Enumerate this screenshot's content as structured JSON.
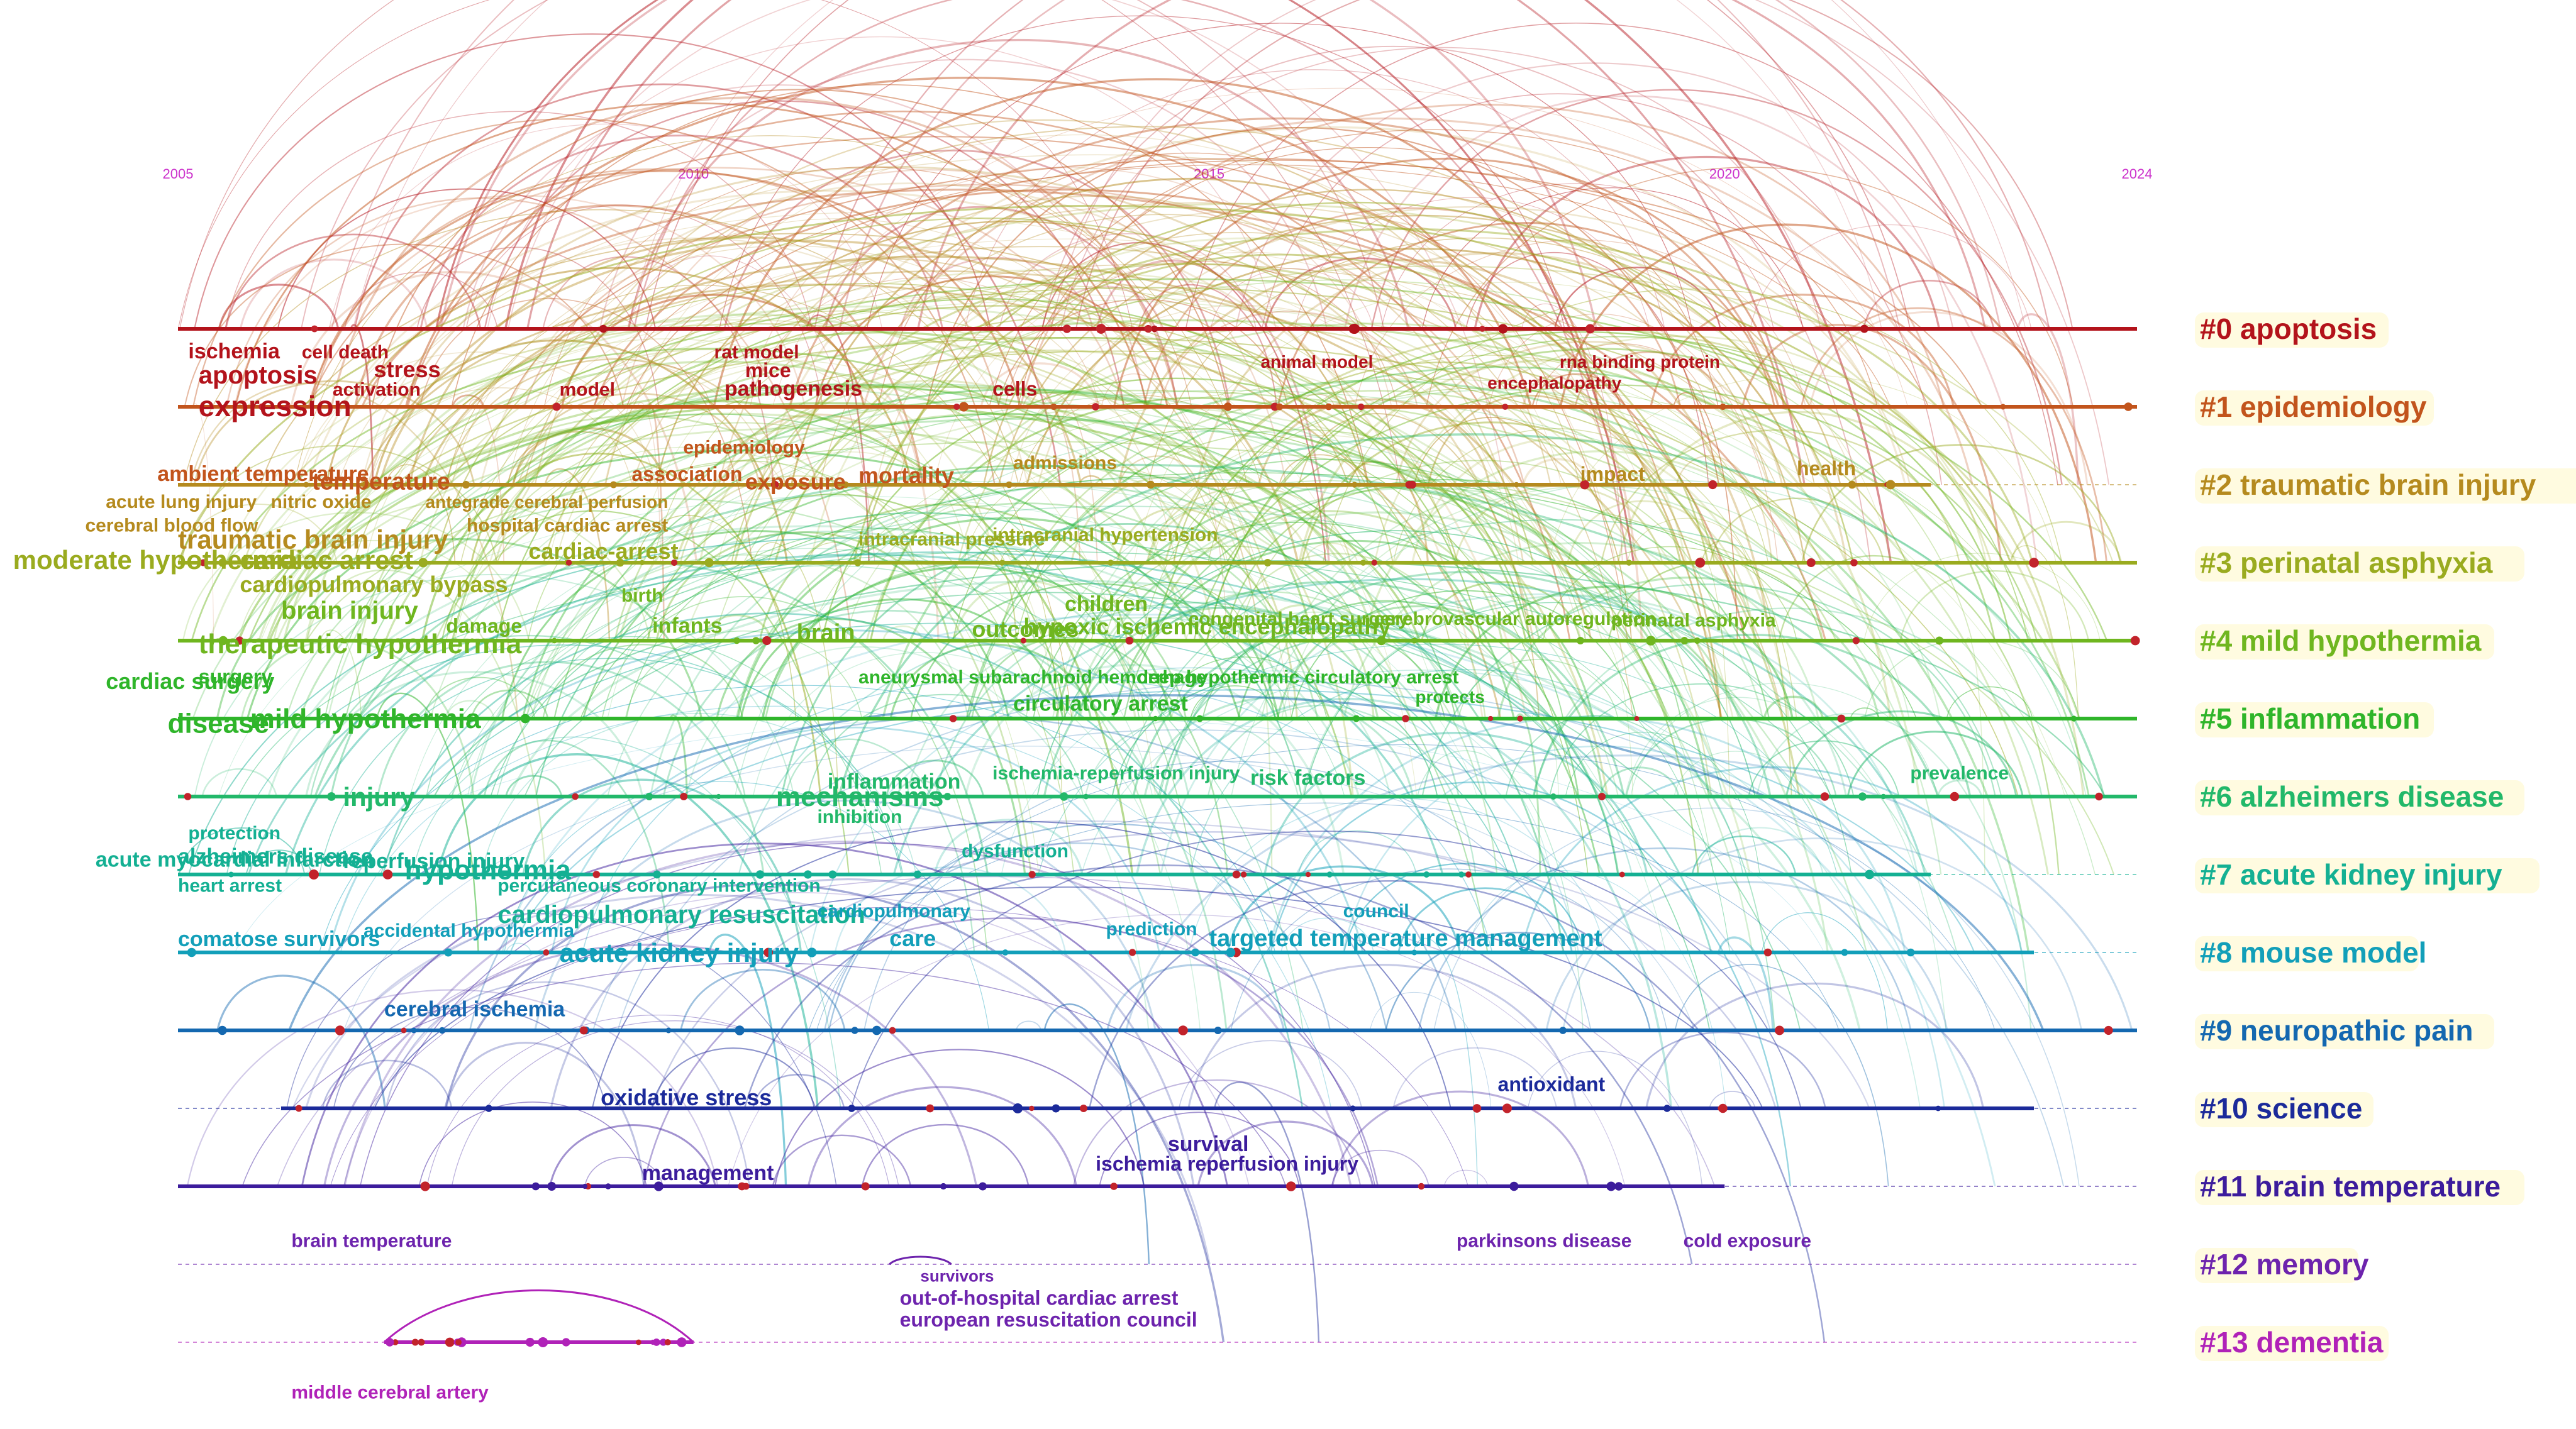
{
  "years": [
    "2005",
    "2010",
    "2015",
    "2020",
    "2024"
  ],
  "year_range": [
    2005,
    2024
  ],
  "clusters": [
    {
      "id": 0,
      "label": "#0 apoptosis",
      "color": "#b3131b",
      "start": 2005.0,
      "end": 2024.0
    },
    {
      "id": 1,
      "label": "#1 epidemiology",
      "color": "#c2541c",
      "start": 2005.0,
      "end": 2024.0
    },
    {
      "id": 2,
      "label": "#2 traumatic brain injury",
      "color": "#b58a1e",
      "start": 2005.0,
      "end": 2022.0
    },
    {
      "id": 3,
      "label": "#3 perinatal asphyxia",
      "color": "#9aab1f",
      "start": 2005.0,
      "end": 2024.0
    },
    {
      "id": 4,
      "label": "#4 mild hypothermia",
      "color": "#6fb61f",
      "start": 2005.0,
      "end": 2024.0
    },
    {
      "id": 5,
      "label": "#5 inflammation",
      "color": "#2fb52a",
      "start": 2005.0,
      "end": 2024.0
    },
    {
      "id": 6,
      "label": "#6 alzheimers disease",
      "color": "#22b86a",
      "start": 2005.0,
      "end": 2024.0
    },
    {
      "id": 7,
      "label": "#7 acute kidney injury",
      "color": "#14b093",
      "start": 2005.0,
      "end": 2022.0
    },
    {
      "id": 8,
      "label": "#8 mouse model",
      "color": "#129fb9",
      "start": 2005.0,
      "end": 2023.0
    },
    {
      "id": 9,
      "label": "#9 neuropathic pain",
      "color": "#1468b0",
      "start": 2005.0,
      "end": 2024.0
    },
    {
      "id": 10,
      "label": "#10 science",
      "color": "#1b2a9a",
      "start": 2006.0,
      "end": 2023.0
    },
    {
      "id": 11,
      "label": "#11 brain temperature",
      "color": "#3c1c9c",
      "start": 2005.0,
      "end": 2020.0
    },
    {
      "id": 12,
      "label": "#12 memory",
      "color": "#6d23ad",
      "start": null,
      "end": null
    },
    {
      "id": 13,
      "label": "#13 dementia",
      "color": "#b022b8",
      "start": 2007.0,
      "end": 2010.0
    }
  ],
  "keywords": [
    {
      "text": "ischemia",
      "cluster": 0,
      "year": 2005.1,
      "dy": 0.38,
      "size": 34
    },
    {
      "text": "cell death",
      "cluster": 0,
      "year": 2006.2,
      "dy": 0.38,
      "size": 30
    },
    {
      "text": "rat model",
      "cluster": 0,
      "year": 2010.2,
      "dy": 0.38,
      "size": 30
    },
    {
      "text": "mice",
      "cluster": 0,
      "year": 2010.5,
      "dy": 0.62,
      "size": 32
    },
    {
      "text": "apoptosis",
      "cluster": 0,
      "year": 2005.2,
      "dy": 0.7,
      "size": 40
    },
    {
      "text": "stress",
      "cluster": 0,
      "year": 2006.9,
      "dy": 0.62,
      "size": 36
    },
    {
      "text": "activation",
      "cluster": 0,
      "year": 2006.5,
      "dy": 0.86,
      "size": 30
    },
    {
      "text": "expression",
      "cluster": 0,
      "year": 2005.2,
      "dy": 1.12,
      "size": 46
    },
    {
      "text": "pathogenesis",
      "cluster": 0,
      "year": 2010.3,
      "dy": 0.86,
      "size": 34
    },
    {
      "text": "model",
      "cluster": 0,
      "year": 2008.7,
      "dy": 0.86,
      "size": 30
    },
    {
      "text": "cells",
      "cluster": 0,
      "year": 2012.9,
      "dy": 0.86,
      "size": 32
    },
    {
      "text": "animal model",
      "cluster": 0,
      "year": 2015.5,
      "dy": 0.5,
      "size": 28
    },
    {
      "text": "rna binding protein",
      "cluster": 0,
      "year": 2018.4,
      "dy": 0.5,
      "size": 28
    },
    {
      "text": "encephalopathy",
      "cluster": 0,
      "year": 2017.7,
      "dy": 0.77,
      "size": 28
    },
    {
      "text": "epidemiology",
      "cluster": 1,
      "year": 2009.9,
      "dy": 0.6,
      "size": 30
    },
    {
      "text": "ambient temperature",
      "cluster": 1,
      "year": 2004.8,
      "dy": 0.95,
      "size": 34
    },
    {
      "text": "association",
      "cluster": 1,
      "year": 2009.4,
      "dy": 0.95,
      "size": 32
    },
    {
      "text": "exposure",
      "cluster": 1,
      "year": 2010.5,
      "dy": 1.06,
      "size": 36
    },
    {
      "text": "mortality",
      "cluster": 1,
      "year": 2011.6,
      "dy": 0.98,
      "size": 36
    },
    {
      "text": "temperature",
      "cluster": 1,
      "year": 2006.3,
      "dy": 1.06,
      "size": 38
    },
    {
      "text": "admissions",
      "cluster": 2,
      "year": 2013.1,
      "dy": -0.2,
      "size": 30
    },
    {
      "text": "impact",
      "cluster": 2,
      "year": 2018.6,
      "dy": -0.05,
      "size": 32
    },
    {
      "text": "health",
      "cluster": 2,
      "year": 2020.7,
      "dy": -0.12,
      "size": 32
    },
    {
      "text": "acute lung injury",
      "cluster": 2,
      "year": 2004.3,
      "dy": 0.3,
      "size": 30
    },
    {
      "text": "nitric oxide",
      "cluster": 2,
      "year": 2005.9,
      "dy": 0.3,
      "size": 30
    },
    {
      "text": "antegrade cerebral perfusion",
      "cluster": 2,
      "year": 2007.4,
      "dy": 0.3,
      "size": 28
    },
    {
      "text": "cerebral blood flow",
      "cluster": 2,
      "year": 2004.1,
      "dy": 0.6,
      "size": 30
    },
    {
      "text": "hospital cardiac arrest",
      "cluster": 2,
      "year": 2007.8,
      "dy": 0.6,
      "size": 30
    },
    {
      "text": "traumatic brain injury",
      "cluster": 2,
      "year": 2005.0,
      "dy": 0.82,
      "size": 42
    },
    {
      "text": "intracranial pressure",
      "cluster": 3,
      "year": 2011.6,
      "dy": -0.22,
      "size": 30
    },
    {
      "text": "intracranial hypertension",
      "cluster": 3,
      "year": 2012.9,
      "dy": -0.28,
      "size": 30
    },
    {
      "text": "cardiac-arrest",
      "cluster": 3,
      "year": 2008.4,
      "dy": -0.05,
      "size": 36
    },
    {
      "text": "moderate hypothermia",
      "cluster": 3,
      "year": 2003.4,
      "dy": 0.08,
      "size": 42
    },
    {
      "text": "cardiac arrest",
      "cluster": 3,
      "year": 2005.6,
      "dy": 0.08,
      "size": 42
    },
    {
      "text": "cardiopulmonary bypass",
      "cluster": 3,
      "year": 2005.6,
      "dy": 0.38,
      "size": 36
    },
    {
      "text": "children",
      "cluster": 4,
      "year": 2013.6,
      "dy": -0.38,
      "size": 34
    },
    {
      "text": "birth",
      "cluster": 4,
      "year": 2009.3,
      "dy": -0.5,
      "size": 30
    },
    {
      "text": "congenital heart surgery",
      "cluster": 4,
      "year": 2014.8,
      "dy": -0.2,
      "size": 30
    },
    {
      "text": "cerebrovascular autoregulation",
      "cluster": 4,
      "year": 2016.6,
      "dy": -0.2,
      "size": 30
    },
    {
      "text": "perinatal asphyxia",
      "cluster": 4,
      "year": 2018.9,
      "dy": -0.18,
      "size": 30
    },
    {
      "text": "brain injury",
      "cluster": 4,
      "year": 2006.0,
      "dy": -0.28,
      "size": 40
    },
    {
      "text": "damage",
      "cluster": 4,
      "year": 2007.6,
      "dy": -0.1,
      "size": 32
    },
    {
      "text": "infants",
      "cluster": 4,
      "year": 2009.6,
      "dy": -0.1,
      "size": 34
    },
    {
      "text": "brain",
      "cluster": 4,
      "year": 2011.0,
      "dy": 0.0,
      "size": 38
    },
    {
      "text": "outcomes",
      "cluster": 4,
      "year": 2012.7,
      "dy": -0.05,
      "size": 36
    },
    {
      "text": "hypoxic ischemic encephalopathy",
      "cluster": 4,
      "year": 2013.2,
      "dy": -0.08,
      "size": 36
    },
    {
      "text": "therapeutic hypothermia",
      "cluster": 4,
      "year": 2005.2,
      "dy": 0.16,
      "size": 44
    },
    {
      "text": "cardiac surgery",
      "cluster": 5,
      "year": 2004.3,
      "dy": -0.38,
      "size": 36
    },
    {
      "text": "surgery",
      "cluster": 5,
      "year": 2005.2,
      "dy": -0.45,
      "size": 32
    },
    {
      "text": "aneurysmal subarachnoid hemorrhage",
      "cluster": 5,
      "year": 2011.6,
      "dy": -0.45,
      "size": 30
    },
    {
      "text": "deep hypothermic circulatory arrest",
      "cluster": 5,
      "year": 2014.3,
      "dy": -0.45,
      "size": 30
    },
    {
      "text": "protects",
      "cluster": 5,
      "year": 2017.0,
      "dy": -0.2,
      "size": 28
    },
    {
      "text": "circulatory arrest",
      "cluster": 5,
      "year": 2013.1,
      "dy": -0.1,
      "size": 34
    },
    {
      "text": "disease",
      "cluster": 5,
      "year": 2004.9,
      "dy": 0.18,
      "size": 44
    },
    {
      "text": "mild hypothermia",
      "cluster": 5,
      "year": 2005.7,
      "dy": 0.12,
      "size": 44
    },
    {
      "text": "ischemia-reperfusion injury",
      "cluster": 6,
      "year": 2012.9,
      "dy": -0.22,
      "size": 30
    },
    {
      "text": "risk factors",
      "cluster": 6,
      "year": 2015.4,
      "dy": -0.15,
      "size": 34
    },
    {
      "text": "prevalence",
      "cluster": 6,
      "year": 2021.8,
      "dy": -0.22,
      "size": 30
    },
    {
      "text": "inflammation",
      "cluster": 6,
      "year": 2011.3,
      "dy": -0.1,
      "size": 34
    },
    {
      "text": "injury",
      "cluster": 6,
      "year": 2006.6,
      "dy": 0.12,
      "size": 42
    },
    {
      "text": "mechanisms",
      "cluster": 6,
      "year": 2010.8,
      "dy": 0.12,
      "size": 44
    },
    {
      "text": "inhibition",
      "cluster": 6,
      "year": 2011.2,
      "dy": 0.34,
      "size": 30
    },
    {
      "text": "protection",
      "cluster": 7,
      "year": 2005.1,
      "dy": -0.45,
      "size": 30
    },
    {
      "text": "dysfunction",
      "cluster": 7,
      "year": 2012.6,
      "dy": -0.22,
      "size": 30
    },
    {
      "text": "acute myocardial infarction",
      "cluster": 7,
      "year": 2004.2,
      "dy": -0.1,
      "size": 34
    },
    {
      "text": "alzheimers disease",
      "cluster": 7,
      "year": 2005.0,
      "dy": -0.14,
      "size": 34
    },
    {
      "text": "reperfusion injury",
      "cluster": 7,
      "year": 2006.6,
      "dy": -0.08,
      "size": 34
    },
    {
      "text": "heart arrest",
      "cluster": 7,
      "year": 2005.0,
      "dy": 0.22,
      "size": 30
    },
    {
      "text": "hypothermia",
      "cluster": 7,
      "year": 2007.2,
      "dy": 0.06,
      "size": 44
    },
    {
      "text": "percutaneous coronary intervention",
      "cluster": 7,
      "year": 2008.1,
      "dy": 0.22,
      "size": 30
    },
    {
      "text": "cardiopulmonary resuscitation",
      "cluster": 7,
      "year": 2008.1,
      "dy": 0.62,
      "size": 40
    },
    {
      "text": "cardiopulmonary",
      "cluster": 8,
      "year": 2011.2,
      "dy": -0.45,
      "size": 30
    },
    {
      "text": "council",
      "cluster": 8,
      "year": 2016.3,
      "dy": -0.45,
      "size": 30
    },
    {
      "text": "prediction",
      "cluster": 8,
      "year": 2014.0,
      "dy": -0.22,
      "size": 30
    },
    {
      "text": "accidental hypothermia",
      "cluster": 8,
      "year": 2006.8,
      "dy": -0.2,
      "size": 30
    },
    {
      "text": "comatose survivors",
      "cluster": 8,
      "year": 2005.0,
      "dy": -0.08,
      "size": 34
    },
    {
      "text": "care",
      "cluster": 8,
      "year": 2011.9,
      "dy": -0.08,
      "size": 36
    },
    {
      "text": "targeted temperature management",
      "cluster": 8,
      "year": 2015.0,
      "dy": -0.08,
      "size": 38
    },
    {
      "text": "acute kidney injury",
      "cluster": 8,
      "year": 2008.7,
      "dy": 0.12,
      "size": 42
    },
    {
      "text": "cerebral ischemia",
      "cluster": 9,
      "year": 2007.0,
      "dy": -0.18,
      "size": 34
    },
    {
      "text": "oxidative stress",
      "cluster": 10,
      "year": 2009.1,
      "dy": -0.04,
      "size": 36
    },
    {
      "text": "antioxidant",
      "cluster": 10,
      "year": 2017.8,
      "dy": -0.22,
      "size": 32
    },
    {
      "text": "survival",
      "cluster": 11,
      "year": 2014.6,
      "dy": -0.45,
      "size": 34
    },
    {
      "text": "ischemia reperfusion injury",
      "cluster": 11,
      "year": 2013.9,
      "dy": -0.2,
      "size": 32
    },
    {
      "text": "management",
      "cluster": 11,
      "year": 2009.5,
      "dy": -0.08,
      "size": 34
    },
    {
      "text": "brain temperature",
      "cluster": 12,
      "year": 2006.1,
      "dy": -0.22,
      "size": 30
    },
    {
      "text": "parkinsons disease",
      "cluster": 12,
      "year": 2017.4,
      "dy": -0.22,
      "size": 30
    },
    {
      "text": "cold exposure",
      "cluster": 12,
      "year": 2019.6,
      "dy": -0.22,
      "size": 30
    },
    {
      "text": "survivors",
      "cluster": 12,
      "year": 2012.2,
      "dy": 0.22,
      "size": 26
    },
    {
      "text": "out-of-hospital cardiac arrest",
      "cluster": 12,
      "year": 2012.0,
      "dy": 0.52,
      "size": 32
    },
    {
      "text": "european resuscitation council",
      "cluster": 12,
      "year": 2012.0,
      "dy": 0.8,
      "size": 32
    },
    {
      "text": "middle cerebral artery",
      "cluster": 13,
      "year": 2006.1,
      "dy": 0.72,
      "size": 30
    }
  ]
}
